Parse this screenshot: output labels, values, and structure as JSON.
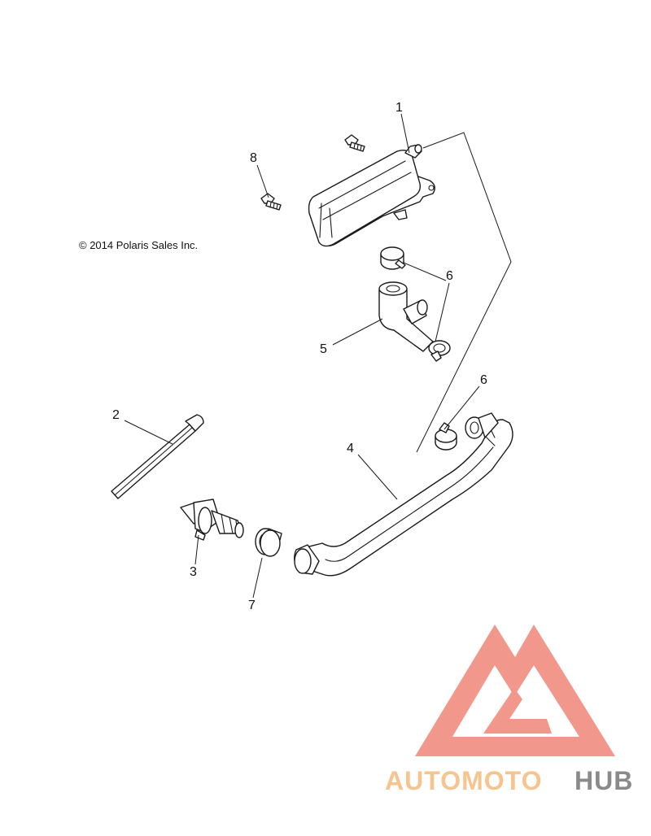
{
  "copyright": "© 2014 Polaris Sales Inc.",
  "callouts": [
    {
      "id": "1",
      "text": "1"
    },
    {
      "id": "2",
      "text": "2"
    },
    {
      "id": "3",
      "text": "3"
    },
    {
      "id": "4",
      "text": "4"
    },
    {
      "id": "5",
      "text": "5"
    },
    {
      "id": "6a",
      "text": "6"
    },
    {
      "id": "6b",
      "text": "6"
    },
    {
      "id": "7",
      "text": "7"
    },
    {
      "id": "8",
      "text": "8"
    }
  ],
  "watermark": {
    "text_part1": "AUTOMOTO",
    "text_part2": "HUB",
    "colors": {
      "logo": "#f08c80",
      "part1": "#f6c48f",
      "part2": "#8a8a8a"
    }
  }
}
